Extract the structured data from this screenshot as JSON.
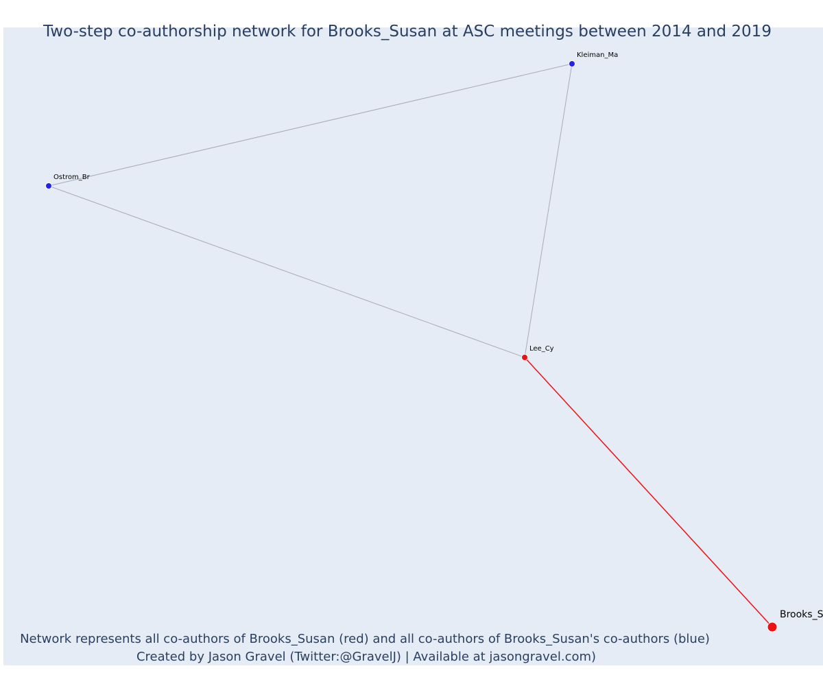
{
  "title": "Two-step co-authorship network for Brooks_Susan at ASC meetings between 2014 and 2019",
  "caption": {
    "line1": "Network represents all co-authors of Brooks_Susan (red) and all co-authors of Brooks_Susan's co-authors (blue)",
    "line2": "Created by Jason Gravel (Twitter:@GravelJ) | Available at jasongravel.com)"
  },
  "colors": {
    "background": "#e5ecf6",
    "text": "#2a3f5f",
    "ego": "#ee1111",
    "first_step": "#ee1111",
    "second_step": "#2222ee",
    "edge_default": "#a9aab8",
    "edge_ego": "#ee1111"
  },
  "nodes": [
    {
      "id": "Brooks_Susan",
      "label": "Brooks_Susan",
      "group": "ego"
    },
    {
      "id": "Lee_Cy",
      "label": "Lee_Cy",
      "group": "first_step"
    },
    {
      "id": "Ostrom_Br",
      "label": "Ostrom_Br",
      "group": "second_step"
    },
    {
      "id": "Kleiman_Ma",
      "label": "Kleiman_Ma",
      "group": "second_step"
    }
  ],
  "edges": [
    {
      "source": "Brooks_Susan",
      "target": "Lee_Cy",
      "type": "ego"
    },
    {
      "source": "Lee_Cy",
      "target": "Ostrom_Br",
      "type": "default"
    },
    {
      "source": "Lee_Cy",
      "target": "Kleiman_Ma",
      "type": "default"
    },
    {
      "source": "Ostrom_Br",
      "target": "Kleiman_Ma",
      "type": "default"
    }
  ]
}
